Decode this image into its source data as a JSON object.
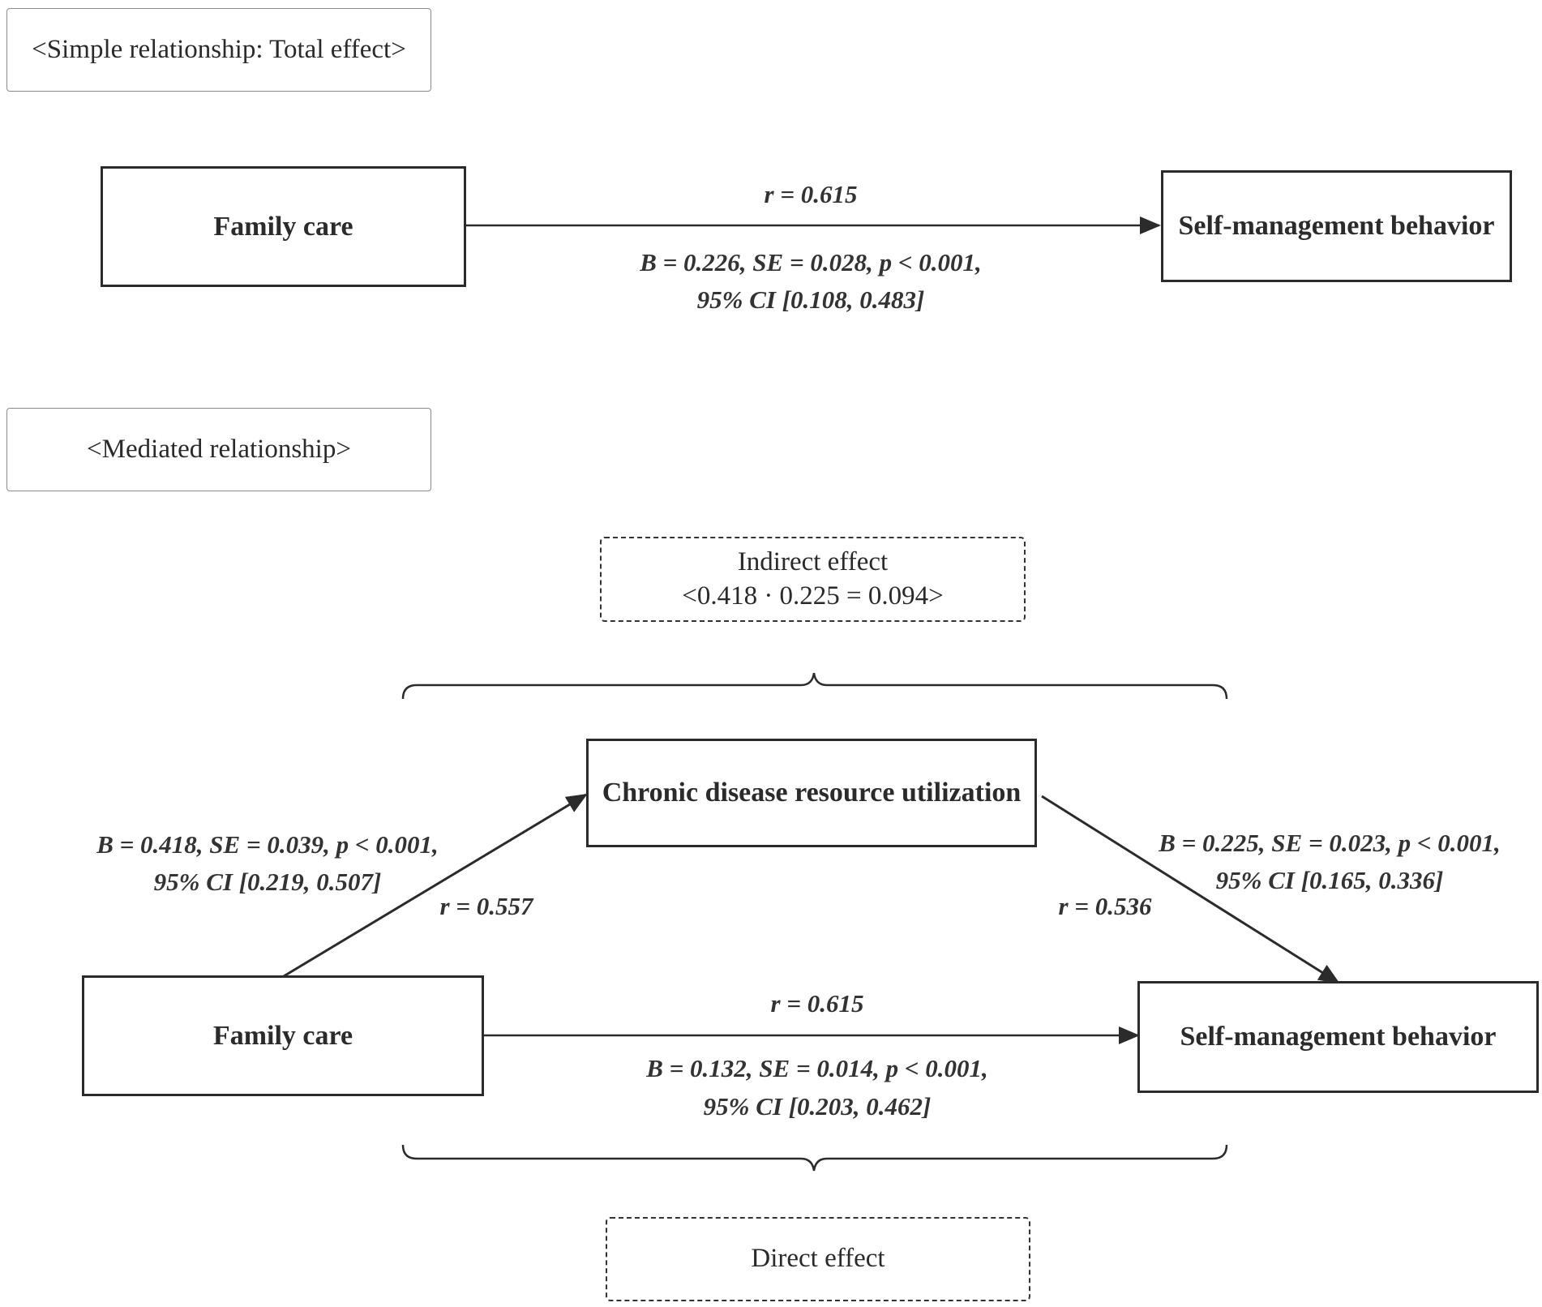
{
  "simple": {
    "heading": "<Simple relationship: Total effect>",
    "predictor": "Family care",
    "outcome": "Self-management behavior",
    "r_label": "r = 0.615",
    "stat_line1": "B = 0.226, SE = 0.028, p < 0.001,",
    "stat_line2": "95% CI [0.108, 0.483]"
  },
  "mediated": {
    "heading": "<Mediated relationship>",
    "indirect_title": "Indirect effect",
    "indirect_formula": "<0.418 · 0.225 = 0.094>",
    "mediator": "Chronic disease resource utilization",
    "predictor": "Family care",
    "outcome": "Self-management behavior",
    "path_a": {
      "line1": "B = 0.418, SE = 0.039, p < 0.001,",
      "line2": "95% CI [0.219, 0.507]",
      "r_label": "r = 0.557"
    },
    "path_b": {
      "line1": "B = 0.225, SE = 0.023, p < 0.001,",
      "line2": "95% CI [0.165, 0.336]",
      "r_label": "r = 0.536"
    },
    "path_c": {
      "r_label": "r = 0.615",
      "line1": "B = 0.132, SE = 0.014, p < 0.001,",
      "line2": "95% CI [0.203, 0.462]"
    },
    "direct_title": "Direct effect"
  },
  "colors": {
    "stroke": "#2b2b2b",
    "section_border": "#8a8a8a"
  }
}
